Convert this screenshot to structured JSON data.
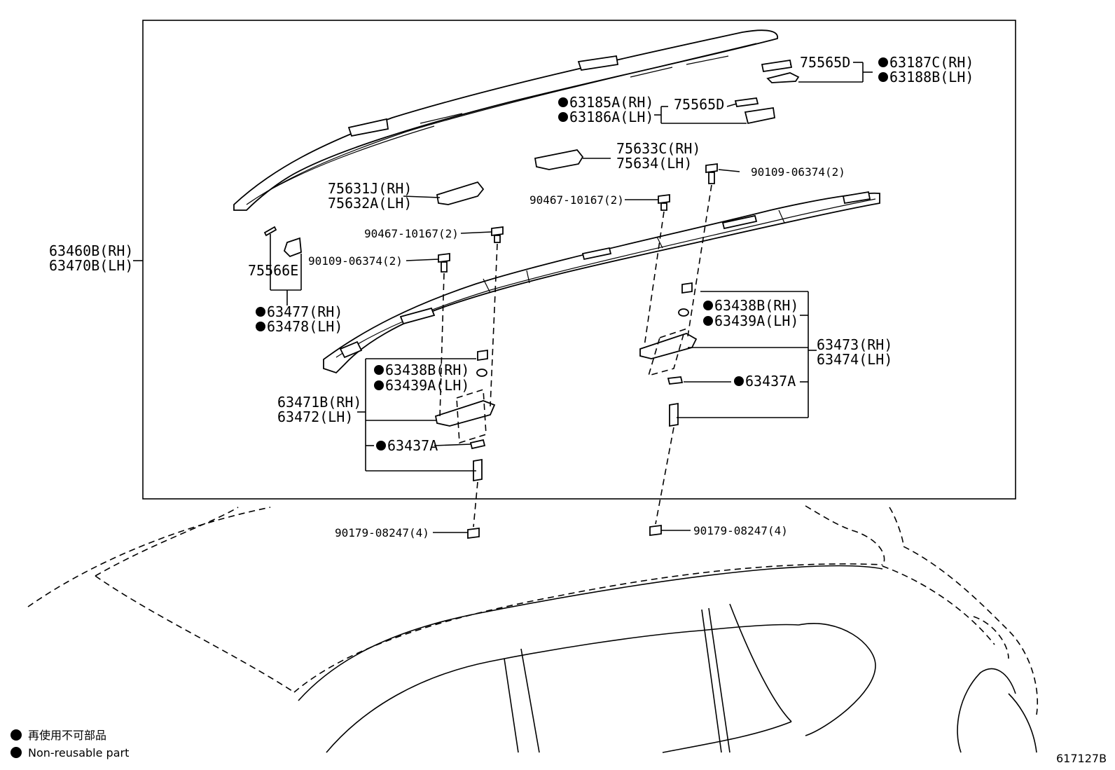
{
  "diagram_id": "617127B",
  "legend": {
    "jp": "再使用不可部品",
    "en": "Non-reusable part"
  },
  "labels": {
    "p63460": "63460B(RH)",
    "p63470": "63470B(LH)",
    "p75565D_a": "75565D",
    "p63187": "63187C(RH)",
    "p63188": "63188B(LH)",
    "p63185": "63185A(RH)",
    "p63186": "63186A(LH)",
    "p75565D_b": "75565D",
    "p75633": "75633C(RH)",
    "p75634": "75634(LH)",
    "p90109_r": "90109-06374(2)",
    "p75631": "75631J(RH)",
    "p75632": "75632A(LH)",
    "p90467_r": "90467-10167(2)",
    "p90467_l": "90467-10167(2)",
    "p90109_l": "90109-06374(2)",
    "p75566": "75566E",
    "p63477": "63477(RH)",
    "p63478": "63478(LH)",
    "p63438_r": "63438B(RH)",
    "p63439_r": "63439A(LH)",
    "p63473": "63473(RH)",
    "p63474": "63474(LH)",
    "p63437_r": "63437A",
    "p63438_l": "63438B(RH)",
    "p63439_l": "63439A(LH)",
    "p63471": "63471B(RH)",
    "p63472": "63472(LH)",
    "p63437_l": "63437A",
    "p90179_l": "90179-08247(4)",
    "p90179_r": "90179-08247(4)"
  }
}
